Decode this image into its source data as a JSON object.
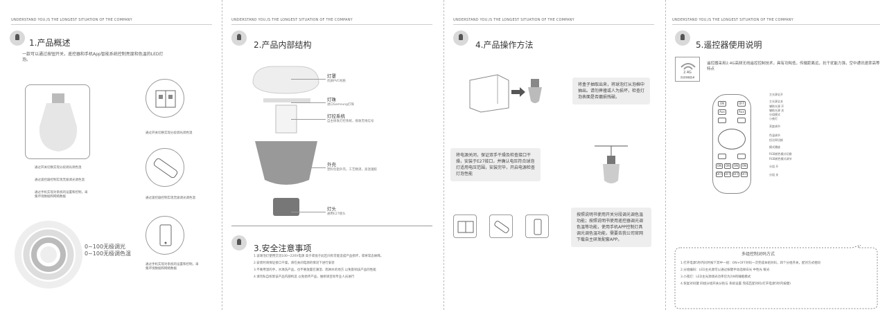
{
  "header": "UNDERSTAND YOU,IS THE LONGEST SITUATION OF THE COMPANY",
  "p1": {
    "title": "1.产品概述",
    "intro": "一款可以通过按钮开关，遥控器和手机App智能系统控制亮度和色温的LED灯泡。",
    "left_captions": [
      "通过开关切换实现分段调光调色温",
      "通过遥控器控制实现无级调光调色温",
      "通过手机实现对系统的设置和控制，采集环境数据和网络数据"
    ],
    "right_captions": [
      "通过开关切换实现分段调光调色温",
      "通过遥控器控制实现无级调光调色温",
      "通过手机实现对系统的设置和控制，采集环境数据和网络数据"
    ],
    "ring_lines": [
      "0~100无极调光",
      "0~100无极调色温"
    ]
  },
  "p2": {
    "title": "2.产品内部结构",
    "parts": [
      {
        "name": "灯罩",
        "desc": "优质PVC材质"
      },
      {
        "name": "灯珠",
        "desc": "进口Samsung灯珠"
      },
      {
        "name": "灯控系统",
        "desc": "自主研发灯控系统，接收无线信号"
      },
      {
        "name": "外壳",
        "desc": "塑料包铝外壳，工艺精湛，高温灌胶"
      },
      {
        "name": "灯头",
        "desc": "通用E27接头"
      }
    ],
    "safety_title": "3.安全注意事项",
    "safety": [
      "1.该球泡灯使用交流100~220V电源 高于或低于此区间有可能造成产品损坏，或将常态故障。",
      "2.安装时请保证接口干燥，请在关闭电源的情况下进行安装",
      "3.不要用湿的手，水溅洗产品，也不要放置在潮湿、雨淋水的地方 以免影响该产品的性能",
      "4.请勿私自拆卸该产品内部构造 以免损坏产品，维修请咨询专业人员进行"
    ]
  },
  "p3": {
    "title": "4.产品操作方法",
    "note1": "将盒子抽取出来，将球泡灯从泡棉中抽出。请勿摔撞或人为损坏，检查灯泡表面是否磨损残破。",
    "note2": "将电源关闭，保证双手干燥及检查接口干燥，安装于E27接口，并确认电压符合球泡灯适用电压范围，安装完毕，开启电源检查灯泡性能",
    "note3": "按照说明书使用开关分段调光调色温功能；按照说明书使用遥控器调光调色温等功能，使用手机APP控制灯具调光调色温功能，需要去我公司官网下载自主研发配套APP。"
  },
  "p4": {
    "title": "5.遥控器使用说明",
    "badge_top": "2.4G",
    "badge_bottom": "无线传输技术",
    "intro": "遥控器采用2.4G高频无线遥控控制技术，具有功耗低，传输距离远，抗干扰能力强，空中通讯速率高等特点",
    "remote_labels": [
      "主光源全开",
      "主光源全关",
      "辅助光源 开",
      "辅助光源 关",
      "分组模式",
      "小夜灯",
      "亮度调节",
      "色温调节",
      "恒功率切换",
      "模式播放",
      "RGB颜色模式切换",
      "RGB颜色模式调节",
      "分组 开",
      "分组 关"
    ],
    "buttons": {
      "on": "ON",
      "off": "OFF",
      "aux": "Aux"
    },
    "pair_title": "多组控制对码方式",
    "pair_lines": [
      "1.打开电源5秒内同时按下其中一组：ON+OFF对码一次完成本组对码，四个分组开关，配对方式相同",
      "2.分组编码：LED主光源可以通过按键手动选择白光 中性光 暖光",
      "3.小夜灯：LED主光源调光功率仅为2W的睡眠模式",
      "4.恢复对码键 四组分组开关分别与 系统设置 完成匹配对码(打开电源5秒内按键)"
    ]
  }
}
